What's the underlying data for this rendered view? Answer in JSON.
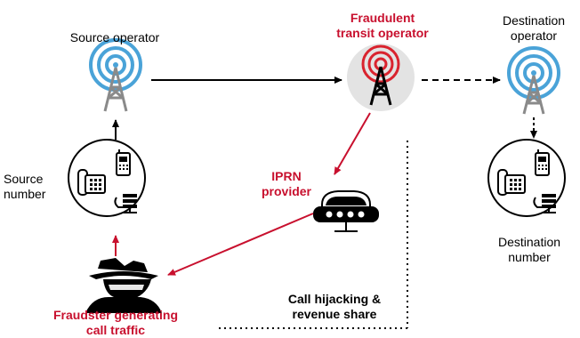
{
  "labels": {
    "source_operator": "Source operator",
    "fraud_transit_line1": "Fraudulent",
    "fraud_transit_line2": "transit operator",
    "dest_operator_line1": "Destination",
    "dest_operator_line2": "operator",
    "source_number_line1": "Source",
    "source_number_line2": "number",
    "iprn_line1": "IPRN",
    "iprn_line2": "provider",
    "dest_number_line1": "Destination",
    "dest_number_line2": "number",
    "hijack_line1": "Call hijacking &",
    "hijack_line2": "revenue share",
    "fraudster_line1": "Fraudster generating",
    "fraudster_line2": "call traffic"
  },
  "colors": {
    "fraud_red": "#c8102e",
    "antenna_blue": "#4aa3d8",
    "antenna_red": "#d9232e",
    "tower_gray": "#8a8a8a",
    "highlight_circle": "#e3e3e3"
  }
}
